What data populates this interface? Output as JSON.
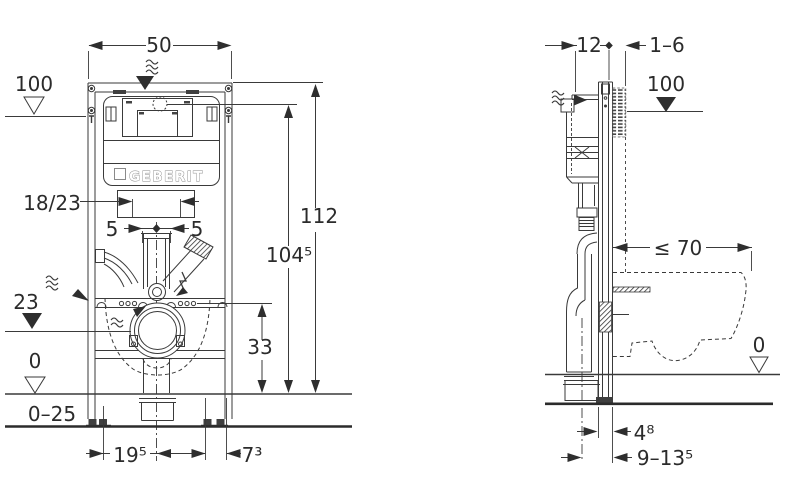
{
  "brand": "GEBERIT",
  "front": {
    "width": "50",
    "act_height": "100",
    "depth_range": "18/23",
    "offset_l": "5",
    "offset_r": "5",
    "total_height": "112",
    "top_height": "104⁵",
    "outlet_height": "23",
    "rail_height": "33",
    "floor_zero": "0",
    "floor_range": "0–25",
    "foot_center": "19⁵",
    "foot_width": "7³"
  },
  "side": {
    "depth": "12",
    "finish_range": "1–6",
    "act_height": "100",
    "bowl_depth": "≤ 70",
    "floor_zero": "0",
    "rail_depth": "4⁸",
    "outlet_depth": "9–13⁵"
  }
}
